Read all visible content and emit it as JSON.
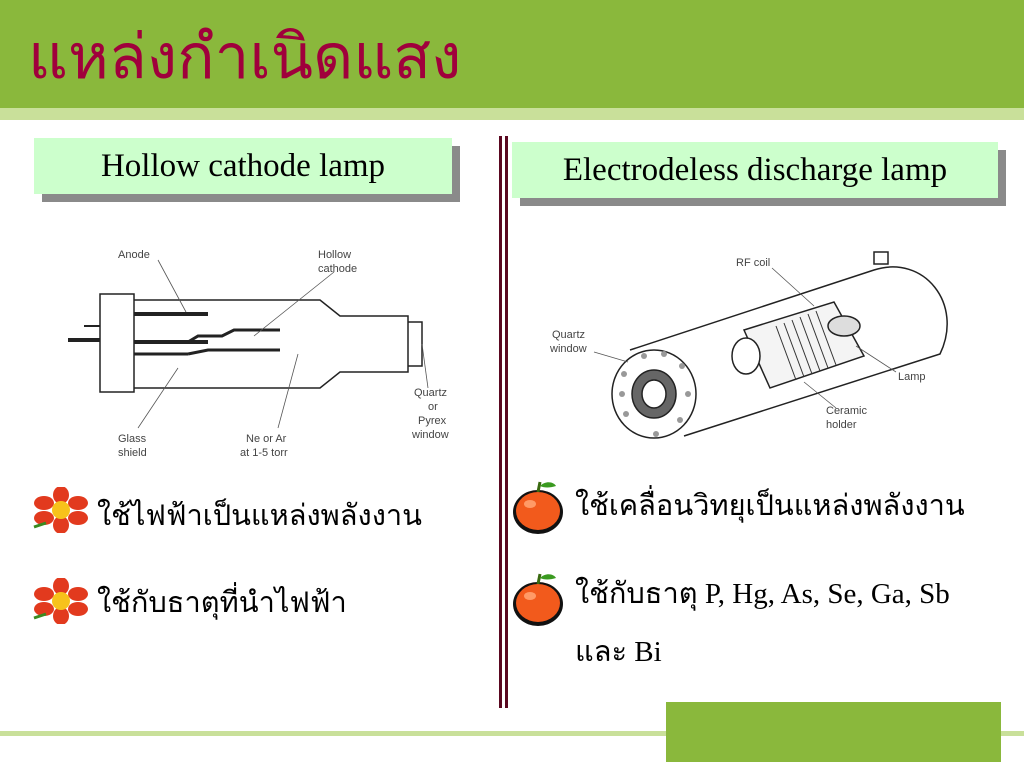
{
  "slide": {
    "title": "แหล่งกำเนิดแสง"
  },
  "left": {
    "heading": "Hollow cathode lamp",
    "diagram_labels": {
      "anode": "Anode",
      "hollow": "Hollow",
      "cathode": "cathode",
      "glass": "Glass",
      "shield": "shield",
      "ne_ar": "Ne or Ar",
      "pressure": "at 1-5 torr",
      "quartz": "Quartz",
      "or": "or",
      "pyrex": "Pyrex",
      "window": "window"
    },
    "bullets": [
      "ใช้ไฟฟ้าเป็นแหล่งพลังงาน",
      "ใช้กับธาตุที่นำไฟฟ้า"
    ],
    "bullet_icon": "flower-icon"
  },
  "right": {
    "heading": "Electrodeless discharge lamp",
    "diagram_labels": {
      "rf_coil": "RF coil",
      "quartz": "Quartz",
      "window": "window",
      "lamp": "Lamp",
      "ceramic": "Ceramic",
      "holder": "holder"
    },
    "bullets": [
      "ใช้เคลื่อนวิทยุเป็นแหล่งพลังงาน",
      "ใช้กับธาตุ P, Hg, As, Se, Ga, Sb",
      "และ Bi"
    ],
    "bullet_icon": "apple-icon"
  },
  "colors": {
    "header_green": "#8ab83c",
    "light_green": "#c9e09a",
    "title_red": "#a0003c",
    "label_bg": "#ccffcc",
    "divider": "#5a0820"
  }
}
